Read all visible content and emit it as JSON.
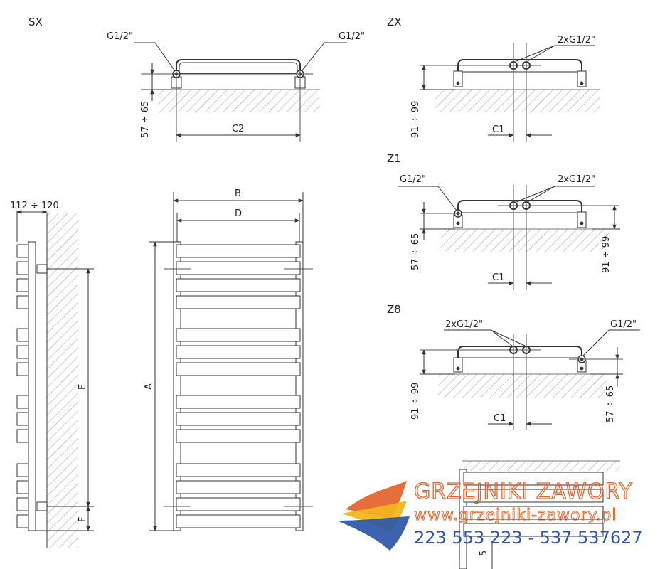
{
  "views": {
    "sx": {
      "title": "SX",
      "left_conn": "G1/2\"",
      "right_conn": "G1/2\"",
      "height_range": "57 ÷ 65",
      "width_label": "C2"
    },
    "zx": {
      "title": "ZX",
      "conn": "2xG1/2\"",
      "height_range": "91 ÷ 99",
      "width_label": "C1"
    },
    "z1": {
      "title": "Z1",
      "left_conn": "G1/2\"",
      "conn": "2xG1/2\"",
      "left_height": "57 ÷ 65",
      "right_height": "91 ÷ 99",
      "width_label": "C1"
    },
    "z8": {
      "title": "Z8",
      "conn": "2xG1/2\"",
      "right_conn": "G1/2\"",
      "left_height": "91 ÷ 99",
      "right_height": "57 ÷ 65",
      "width_label": "C1"
    }
  },
  "side_view": {
    "depth_range": "112 ÷ 120",
    "label_e": "E",
    "label_f": "F"
  },
  "front_view": {
    "label_a": "A",
    "label_b": "B",
    "label_d": "D"
  },
  "bottom_detail": {
    "label": "5"
  },
  "watermark": {
    "brand": "GRZEJNIKI ZAWORY",
    "url": "www.grzejniki-zawory.pl",
    "phones": "223 553 223 - 537 537627",
    "colors": {
      "orange": "#e4622a",
      "yellow": "#f2b51a",
      "blue": "#2b56a6"
    }
  }
}
